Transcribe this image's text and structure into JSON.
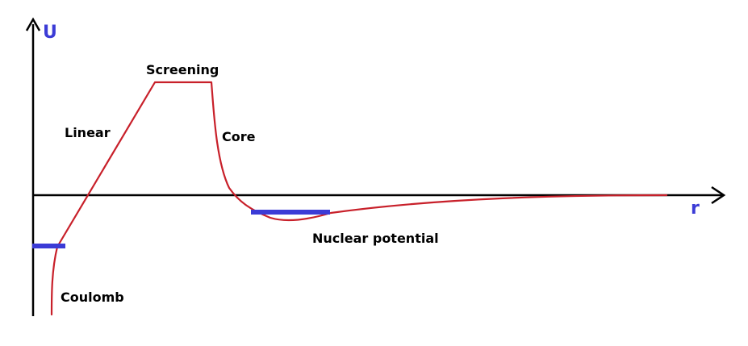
{
  "axes": {
    "y_label": "U",
    "x_label": "r"
  },
  "labels": {
    "screening": "Screening",
    "linear": "Linear",
    "core": "Core",
    "nuclear": "Nuclear potential",
    "coulomb": "Coulomb"
  },
  "colors": {
    "curve": "#c8202a",
    "level": "#3b3bd6",
    "axis_label": "#3b3bd6",
    "axes": "#000000"
  }
}
